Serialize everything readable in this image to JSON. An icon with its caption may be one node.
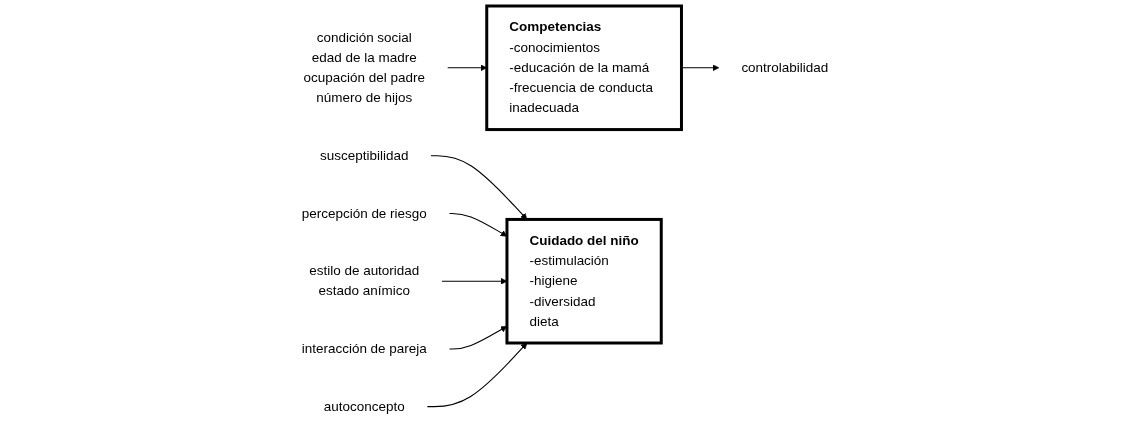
{
  "diagram": {
    "nodes": [
      {
        "text": [
          "condición social",
          "edad de la madre",
          "ocupación del padre",
          "número de hijos"
        ]
      },
      {
        "text": [
          "Competencias",
          "-conocimientos",
          "-educación de la mamá",
          "-frecuencia de conducta inadecuada"
        ]
      },
      {
        "text": [
          "susceptibilidad"
        ]
      },
      {
        "text": [
          "controlabilidad"
        ]
      },
      {
        "text": [
          "percepción de riesgo"
        ]
      },
      {
        "text": [
          "Cuidado del niño",
          "-estimulación",
          "-higiene",
          "-diversidad",
          "dieta"
        ]
      },
      {
        "text": [
          "estilo de autoridad",
          "estado anímico"
        ]
      },
      {
        "text": [
          "interacción de pareja"
        ]
      },
      {
        "text": [
          "autoconcepto"
        ]
      }
    ],
    "edges": [
      {
        "from": 0,
        "to": 1,
        "arrow": "to"
      },
      {
        "from": 2,
        "to": 5,
        "arrow": "to"
      },
      {
        "from": 1,
        "to": 3,
        "arrow": "to"
      },
      {
        "from": 4,
        "to": 5,
        "arrow": "to"
      },
      {
        "from": 6,
        "to": 5,
        "arrow": "to"
      },
      {
        "from": 7,
        "to": 5,
        "arrow": "to"
      },
      {
        "from": 8,
        "to": 5,
        "arrow": "to"
      }
    ]
  }
}
